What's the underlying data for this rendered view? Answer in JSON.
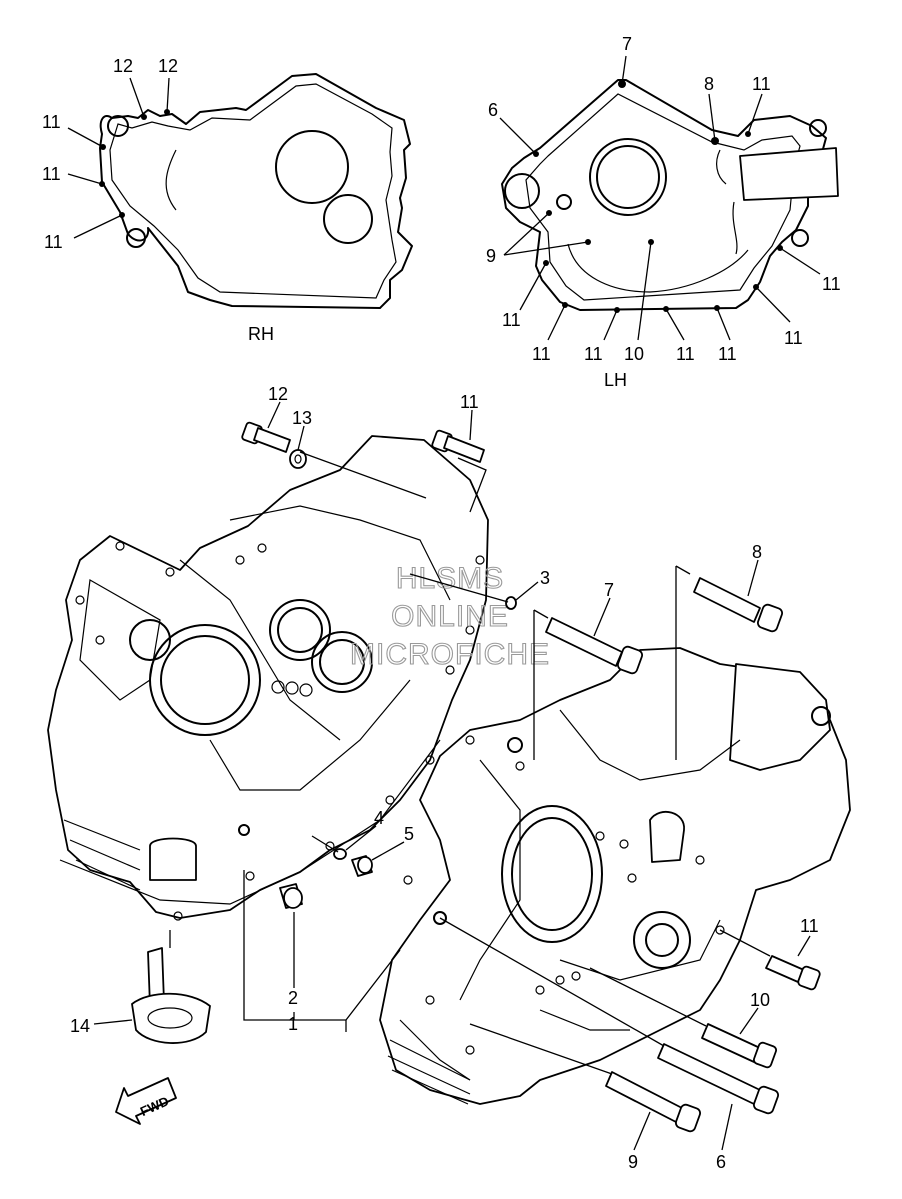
{
  "diagram": {
    "captions": {
      "rh": "RH",
      "lh": "LH"
    },
    "watermark": [
      "HLSMS",
      "ONLINE",
      "MICROFICHE"
    ],
    "fwd_label": "FWD",
    "callouts": [
      {
        "id": "c-rh-12a",
        "text": "12"
      },
      {
        "id": "c-rh-12b",
        "text": "12"
      },
      {
        "id": "c-rh-11a",
        "text": "11"
      },
      {
        "id": "c-rh-11b",
        "text": "11"
      },
      {
        "id": "c-rh-11c",
        "text": "11"
      },
      {
        "id": "c-lh-7",
        "text": "7"
      },
      {
        "id": "c-lh-8",
        "text": "8"
      },
      {
        "id": "c-lh-11a",
        "text": "11"
      },
      {
        "id": "c-lh-6",
        "text": "6"
      },
      {
        "id": "c-lh-9",
        "text": "9"
      },
      {
        "id": "c-lh-11b",
        "text": "11"
      },
      {
        "id": "c-lh-11c",
        "text": "11"
      },
      {
        "id": "c-lh-11d",
        "text": "11"
      },
      {
        "id": "c-lh-11e",
        "text": "11"
      },
      {
        "id": "c-lh-11f",
        "text": "11"
      },
      {
        "id": "c-lh-10",
        "text": "10"
      },
      {
        "id": "c-lh-11g",
        "text": "11"
      },
      {
        "id": "c-lh-11h",
        "text": "11"
      },
      {
        "id": "c-main-12",
        "text": "12"
      },
      {
        "id": "c-main-13",
        "text": "13"
      },
      {
        "id": "c-main-11a",
        "text": "11"
      },
      {
        "id": "c-main-3",
        "text": "3"
      },
      {
        "id": "c-main-8",
        "text": "8"
      },
      {
        "id": "c-main-7",
        "text": "7"
      },
      {
        "id": "c-main-4",
        "text": "4"
      },
      {
        "id": "c-main-5",
        "text": "5"
      },
      {
        "id": "c-main-2",
        "text": "2"
      },
      {
        "id": "c-main-1",
        "text": "1"
      },
      {
        "id": "c-main-14",
        "text": "14"
      },
      {
        "id": "c-main-11b",
        "text": "11"
      },
      {
        "id": "c-main-10",
        "text": "10"
      },
      {
        "id": "c-main-9",
        "text": "9"
      },
      {
        "id": "c-main-6",
        "text": "6"
      }
    ]
  }
}
